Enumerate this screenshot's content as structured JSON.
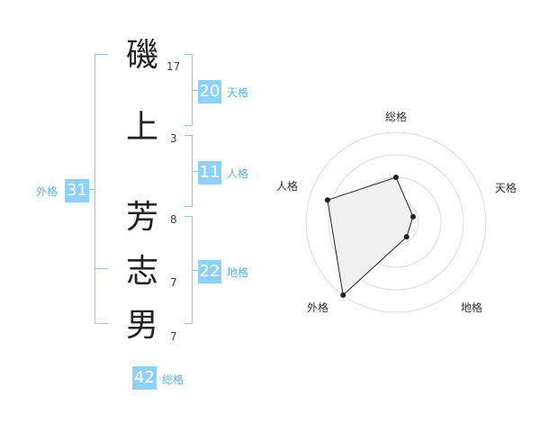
{
  "name_chars": [
    {
      "char": "磯",
      "strokes": "17"
    },
    {
      "char": "上",
      "strokes": "3"
    },
    {
      "char": "芳",
      "strokes": "8"
    },
    {
      "char": "志",
      "strokes": "7"
    },
    {
      "char": "男",
      "strokes": "7"
    }
  ],
  "fortunes": {
    "tenkaku": {
      "value": "20",
      "label": "天格"
    },
    "jinkaku": {
      "value": "11",
      "label": "人格"
    },
    "chikaku": {
      "value": "22",
      "label": "地格"
    },
    "gaikaku": {
      "value": "31",
      "label": "外格"
    },
    "soukaku": {
      "value": "42",
      "label": "総格"
    }
  },
  "colors": {
    "accent": "#8fd0f7",
    "bracket": "#8ccbf0",
    "label": "#5bb3e6"
  },
  "chart_data": {
    "type": "radar",
    "axes": [
      "総格",
      "天格",
      "地格",
      "外格",
      "人格"
    ],
    "values": [
      0.5,
      0.2,
      0.2,
      1.0,
      0.8
    ],
    "range": [
      0,
      1
    ],
    "rings": 4,
    "fill": "#f0f0f0",
    "line": "#222222"
  }
}
